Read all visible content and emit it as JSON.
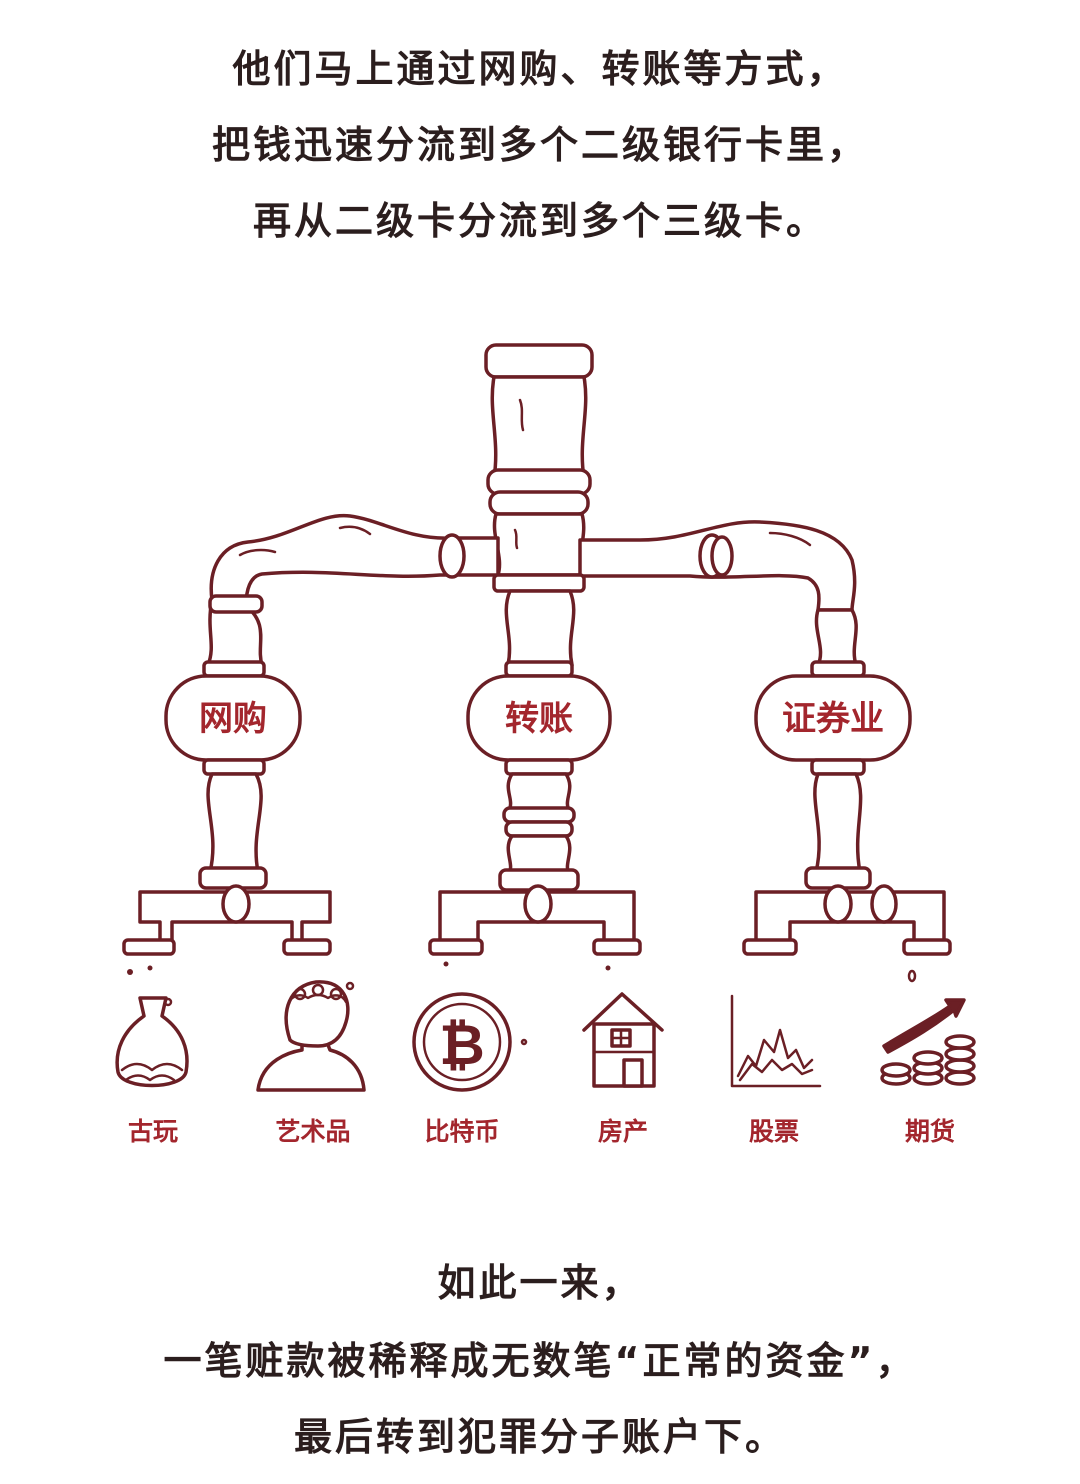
{
  "header": {
    "line1": "他们马上通过网购、转账等方式，",
    "line2": "把钱迅速分流到多个二级银行卡里，",
    "line3": "再从二级卡分流到多个三级卡。"
  },
  "diagram": {
    "tanks": [
      "网购",
      "转账",
      "证券业"
    ],
    "items": [
      {
        "label": "古玩",
        "icon": "vase-icon"
      },
      {
        "label": "艺术品",
        "icon": "statue-bust-icon"
      },
      {
        "label": "比特币",
        "icon": "bitcoin-icon"
      },
      {
        "label": "房产",
        "icon": "house-icon"
      },
      {
        "label": "股票",
        "icon": "stock-chart-icon"
      },
      {
        "label": "期货",
        "icon": "coin-stacks-growth-icon"
      }
    ],
    "colors": {
      "ink": "#6b1f25",
      "label": "#a3262d",
      "text": "#2b1e1e"
    }
  },
  "footer": {
    "line1": "如此一来，",
    "line2": "一笔赃款被稀释成无数笔“正常的资金”，",
    "line3": "最后转到犯罪分子账户下。"
  }
}
